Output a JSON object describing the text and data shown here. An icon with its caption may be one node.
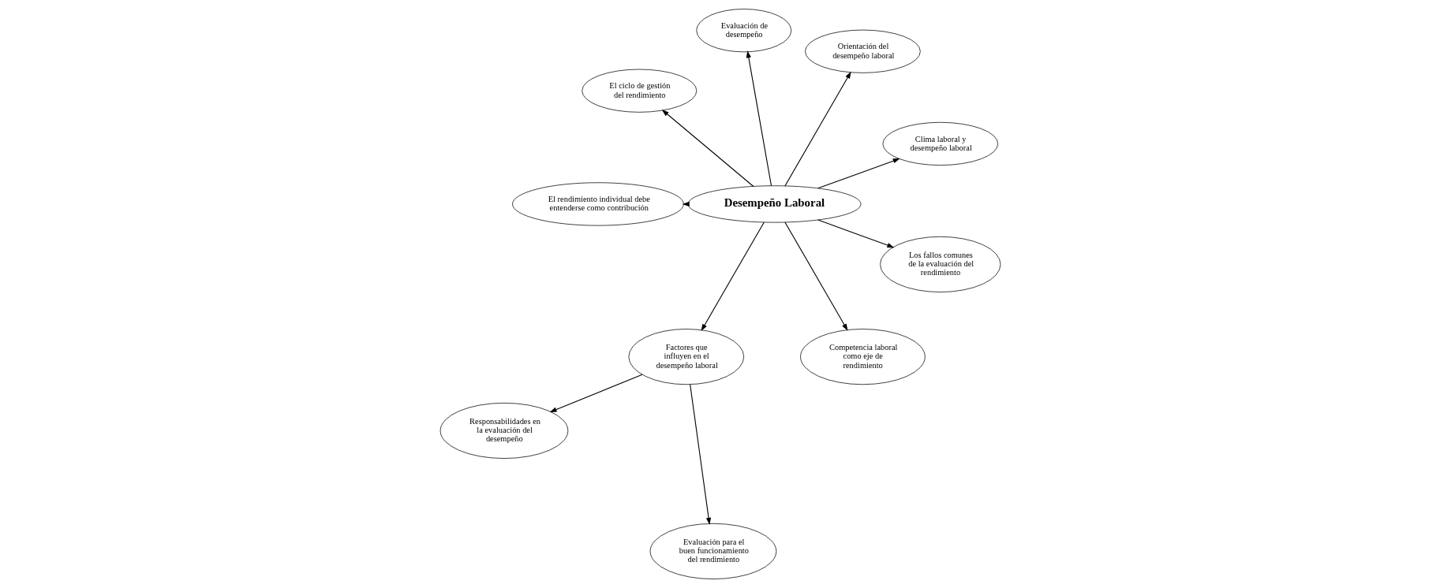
{
  "diagram": {
    "nodes": [
      {
        "text": [
          "Desempeño Laboral"
        ]
      },
      {
        "text": [
          "Clima laboral y desempeño laboral"
        ]
      },
      {
        "text": [
          "Orientación del desempeño laboral"
        ]
      },
      {
        "text": [
          "Evaluación de desempeño"
        ]
      },
      {
        "text": [
          "El ciclo de gestión del rendimiento"
        ]
      },
      {
        "text": [
          "El rendimiento individual debe entenderse como contribución"
        ]
      },
      {
        "text": [
          "Factores que influyen en el desempeño laboral"
        ]
      },
      {
        "text": [
          "Responsabilidades en la evaluación del desempeño"
        ]
      },
      {
        "text": [
          "Evaluación para el buen funcionamiento del rendimiento"
        ]
      },
      {
        "text": [
          "Competencia laboral como eje de rendimiento"
        ]
      },
      {
        "text": [
          "Los fallos comunes de la evaluación del rendimiento"
        ]
      }
    ],
    "edges": [
      {
        "from": 0,
        "to": 1,
        "arrow": "to"
      },
      {
        "from": 0,
        "to": 2,
        "arrow": "to"
      },
      {
        "from": 0,
        "to": 3,
        "arrow": "to"
      },
      {
        "from": 0,
        "to": 4,
        "arrow": "to"
      },
      {
        "from": 0,
        "to": 5,
        "arrow": "to"
      },
      {
        "from": 0,
        "to": 6,
        "arrow": "to"
      },
      {
        "from": 6,
        "to": 7,
        "arrow": "to"
      },
      {
        "from": 6,
        "to": 8,
        "arrow": "to"
      },
      {
        "from": 0,
        "to": 9,
        "arrow": "to"
      },
      {
        "from": 0,
        "to": 10,
        "arrow": "to"
      }
    ]
  }
}
